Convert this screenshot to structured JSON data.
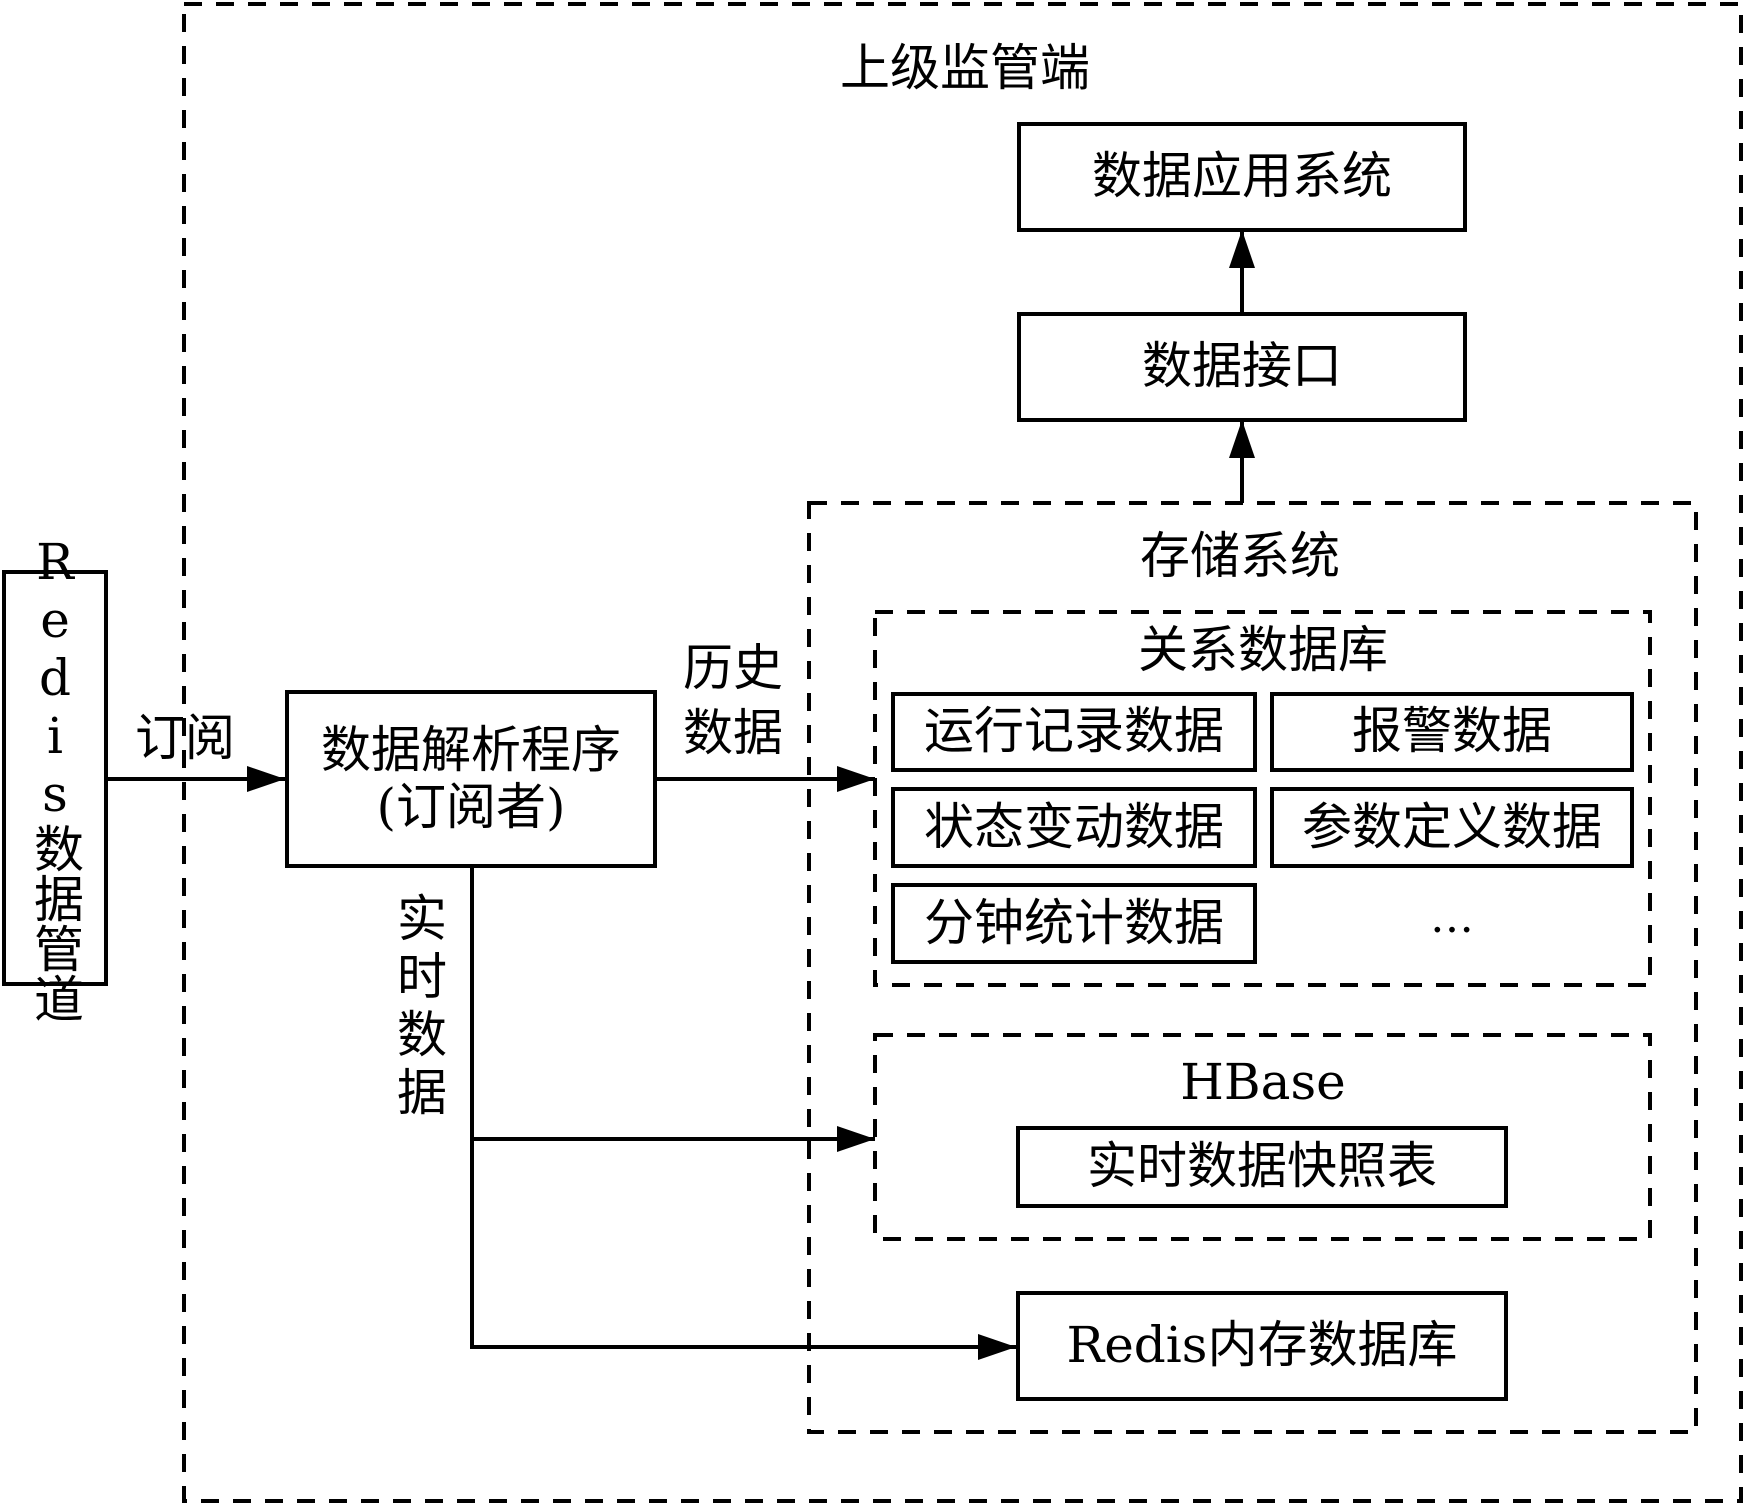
{
  "diagram": {
    "outer_region": {
      "title": "上级监管端"
    },
    "source": {
      "label": "Redis数据管道"
    },
    "subscribe_edge": {
      "label": "订阅"
    },
    "parser": {
      "line1": "数据解析程序",
      "line2": "(订阅者)"
    },
    "history_edge": {
      "line1": "历史",
      "line2": "数据"
    },
    "realtime_edge": {
      "label": "实时数据"
    },
    "app_system": {
      "label": "数据应用系统"
    },
    "data_interface": {
      "label": "数据接口"
    },
    "storage": {
      "title": "存储系统",
      "rdb": {
        "title": "关系数据库",
        "tables": [
          {
            "label": "运行记录数据"
          },
          {
            "label": "报警数据"
          },
          {
            "label": "状态变动数据"
          },
          {
            "label": "参数定义数据"
          },
          {
            "label": "分钟统计数据"
          }
        ],
        "more": "…"
      },
      "hbase": {
        "title": "HBase",
        "table": {
          "label": "实时数据快照表"
        }
      },
      "redis_mem": {
        "label": "Redis内存数据库"
      }
    }
  }
}
